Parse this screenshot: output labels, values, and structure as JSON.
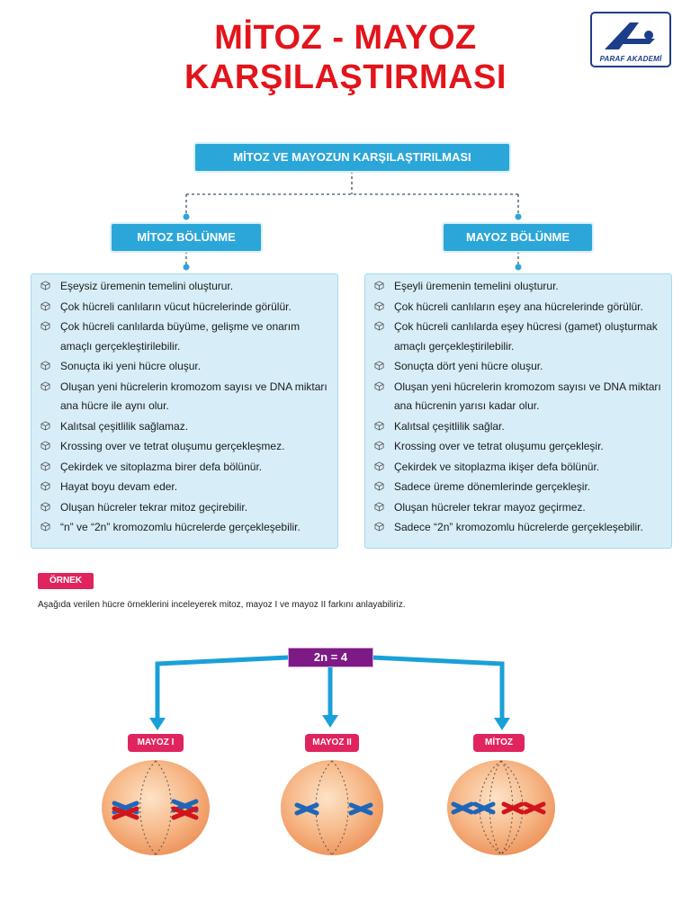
{
  "title_line1": "MİTOZ - MAYOZ",
  "title_line2": "KARŞILAŞTIRMASI",
  "logo_text": "PARAF AKADEMİ",
  "header": "MİTOZ VE MAYOZUN KARŞILAŞTIRILMASI",
  "mitoz": {
    "title": "MİTOZ BÖLÜNME",
    "items": [
      "Eşeysiz üremenin temelini oluşturur.",
      "Çok hücreli canlıların vücut hücrelerinde görülür.",
      "Çok hücreli canlılarda büyüme, gelişme ve onarım amaçlı gerçekleştirilebilir.",
      "Sonuçta iki yeni hücre oluşur.",
      "Oluşan yeni hücrelerin kromozom sayısı ve DNA miktarı ana hücre ile aynı olur.",
      "Kalıtsal çeşitlilik sağlamaz.",
      "Krossing over ve tetrat oluşumu gerçekleşmez.",
      "Çekirdek ve sitoplazma birer defa bölünür.",
      "Hayat boyu devam eder.",
      "Oluşan hücreler tekrar mitoz geçirebilir.",
      "“n” ve “2n” kromozomlu hücrelerde gerçekleşebilir."
    ]
  },
  "mayoz": {
    "title": "MAYOZ BÖLÜNME",
    "items": [
      "Eşeyli üremenin temelini oluşturur.",
      "Çok hücreli canlıların eşey ana hücrelerinde görülür.",
      "Çok hücreli canlılarda eşey hücresi (gamet) oluşturmak amaçlı gerçekleştirilebilir.",
      "Sonuçta dört yeni hücre oluşur.",
      "Oluşan yeni hücrelerin kromozom sayısı ve DNA miktarı ana hücrenin yarısı kadar olur.",
      "Kalıtsal çeşitlilik sağlar.",
      "Krossing over ve tetrat oluşumu gerçekleşir.",
      "Çekirdek ve sitoplazma ikişer defa bölünür.",
      "Sadece üreme dönemlerinde gerçekleşir.",
      "Oluşan hücreler tekrar mayoz geçirmez.",
      "Sadece “2n” kromozomlu hücrelerde gerçekleşebilir."
    ]
  },
  "example_badge": "ÖRNEK",
  "example_text": "Aşağıda verilen hücre örneklerini inceleyerek mitoz, mayoz I ve mayoz II farkını anlayabiliriz.",
  "ploidy_label": "2n = 4",
  "cell_labels": [
    "MAYOZ I",
    "MAYOZ II",
    "MİTOZ"
  ],
  "colors": {
    "title_red": "#e3141b",
    "accent_blue": "#2ba6d9",
    "panel_bg": "#d7eef8",
    "pink": "#e0255e",
    "purple": "#7d1a86",
    "chromosome_blue": "#1f66b8",
    "chromosome_red": "#d2141c"
  }
}
